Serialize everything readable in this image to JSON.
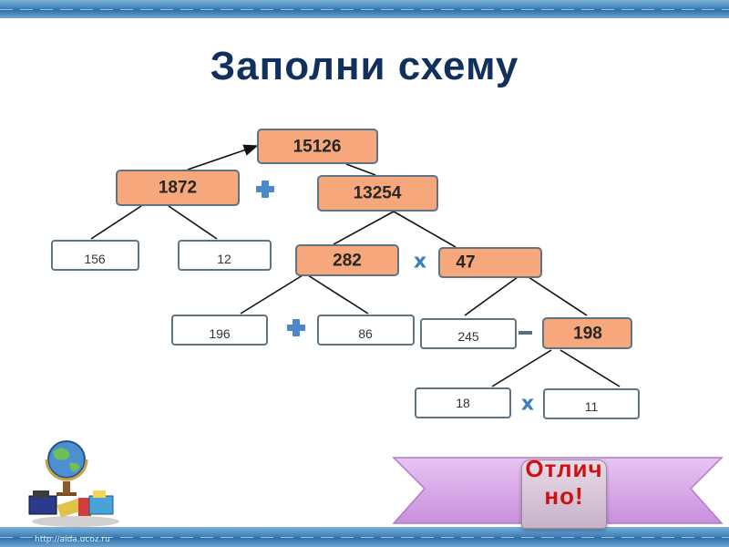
{
  "slide": {
    "title": "Заполни схему",
    "footer_url": "http://aida.ucoz.ru"
  },
  "scheme": {
    "nodes": {
      "n15126": "15126",
      "n1872": "1872",
      "n13254": "13254",
      "n156": "156",
      "n12": "12",
      "n282": "282",
      "n47": "47",
      "n196": "196",
      "n86": "86",
      "n245": "245",
      "n198": "198",
      "n18": "18",
      "n11": "11"
    },
    "operators": {
      "plus_top": "+",
      "times_mid": "x",
      "plus_low": "+",
      "minus": "–",
      "times_low": "x"
    }
  },
  "result": {
    "label": "Отлично!"
  },
  "colors": {
    "filled_node": "#f6a77c",
    "title": "#12305e",
    "result_text": "#d01010",
    "banner": "#d8a8e6"
  }
}
